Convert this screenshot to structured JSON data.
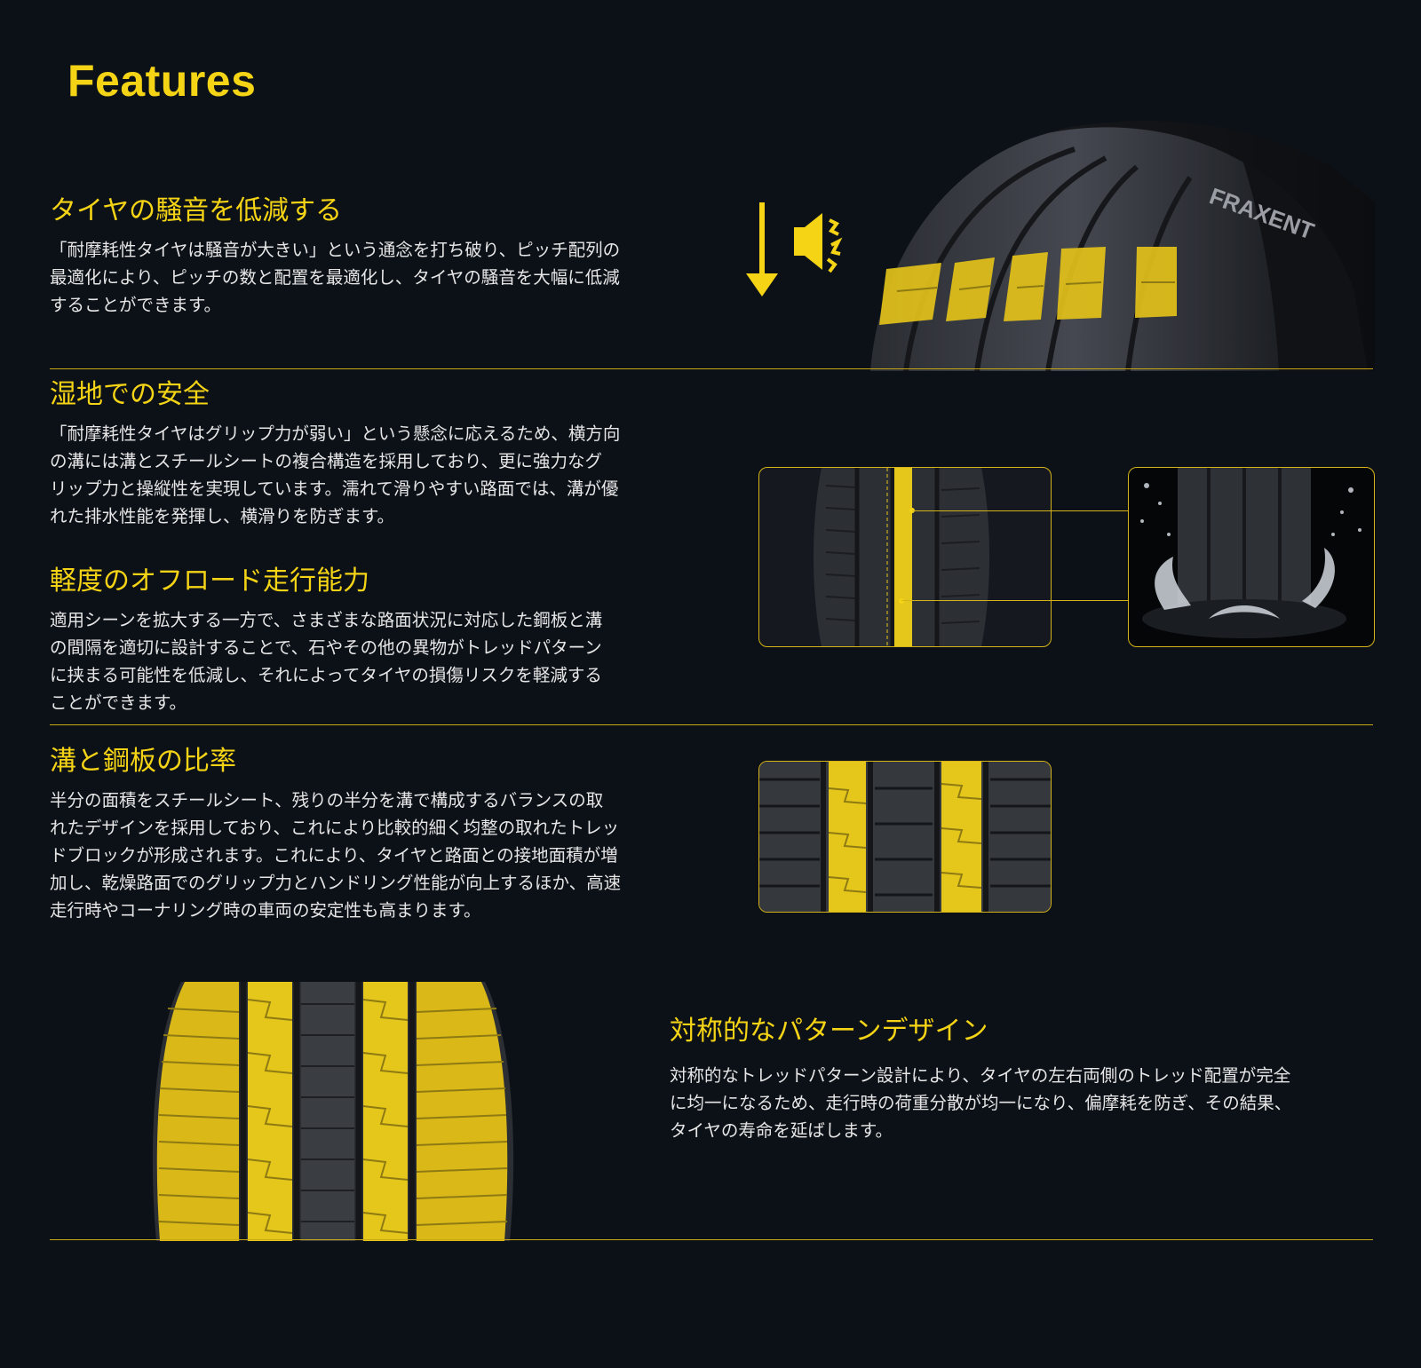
{
  "page": {
    "title": "Features"
  },
  "features": [
    {
      "heading": "タイヤの騒音を低減する",
      "lines": [
        "「耐摩耗性タイヤは騒音が大きい」という通念を打ち破り、ピッチ配列の",
        "最適化により、ピッチの数と配置を最適化し、タイヤの騒音を大幅に低減",
        "することができます。"
      ]
    },
    {
      "heading": "湿地での安全",
      "lines": [
        "「耐摩耗性タイヤはグリップ力が弱い」という懸念に応えるため、横方向",
        "の溝には溝とスチールシートの複合構造を採用しており、更に強力なグ",
        "リップ力と操縦性を実現しています。濡れて滑りやすい路面では、溝が優",
        "れた排水性能を発揮し、横滑りを防ぎます。"
      ]
    },
    {
      "heading": "軽度のオフロード走行能力",
      "lines": [
        "適用シーンを拡大する一方で、さまざまな路面状況に対応した鋼板と溝",
        "の間隔を適切に設計することで、石やその他の異物がトレッドパターン",
        "に挟まる可能性を低減し、それによってタイヤの損傷リスクを軽減する",
        "ことができます。"
      ]
    },
    {
      "heading": "溝と鋼板の比率",
      "lines": [
        "半分の面積をスチールシート、残りの半分を溝で構成するバランスの取",
        "れたデザインを採用しており、これにより比較的細く均整の取れたトレッ",
        "ドブロックが形成されます。これにより、タイヤと路面との接地面積が増",
        "加し、乾燥路面でのグリップ力とハンドリング性能が向上するほか、高速",
        "走行時やコーナリング時の車両の安定性も高まります。"
      ]
    },
    {
      "heading": "対称的なパターンデザイン",
      "lines": [
        "対称的なトレッドパターン設計により、タイヤの左右両側のトレッド配置が完全",
        "に均一になるため、走行時の荷重分散が均一になり、偏摩耗を防ぎ、その結果、",
        "タイヤの寿命を延ばします。"
      ]
    }
  ],
  "brand": {
    "logo_text": "FRAXENT"
  },
  "colors": {
    "background": "#0c1118",
    "accent": "#f5d416",
    "divider": "#c8a714",
    "text": "#e6e6e6"
  },
  "icons": [
    "down-arrow-icon",
    "speaker-sound-icon"
  ]
}
